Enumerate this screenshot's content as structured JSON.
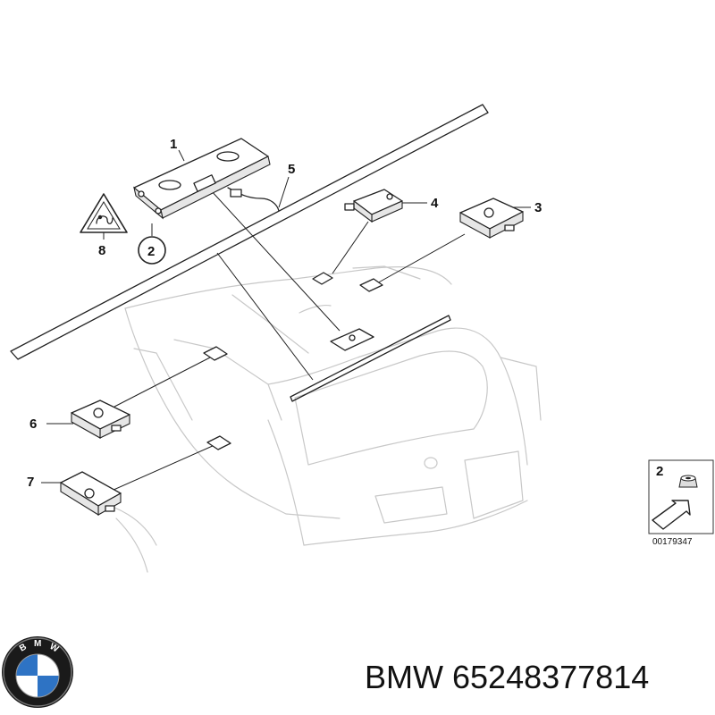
{
  "diagram": {
    "callouts": [
      "1",
      "2",
      "3",
      "4",
      "5",
      "6",
      "7",
      "8"
    ],
    "inset": {
      "callout": "2",
      "code": "00179347"
    }
  },
  "caption": {
    "brand": "BMW",
    "part_number": "65248377814"
  },
  "logo": {
    "text": "BMW",
    "colors": {
      "ring": "#1a1a1a",
      "blue": "#2e73c4",
      "white": "#ffffff"
    }
  }
}
